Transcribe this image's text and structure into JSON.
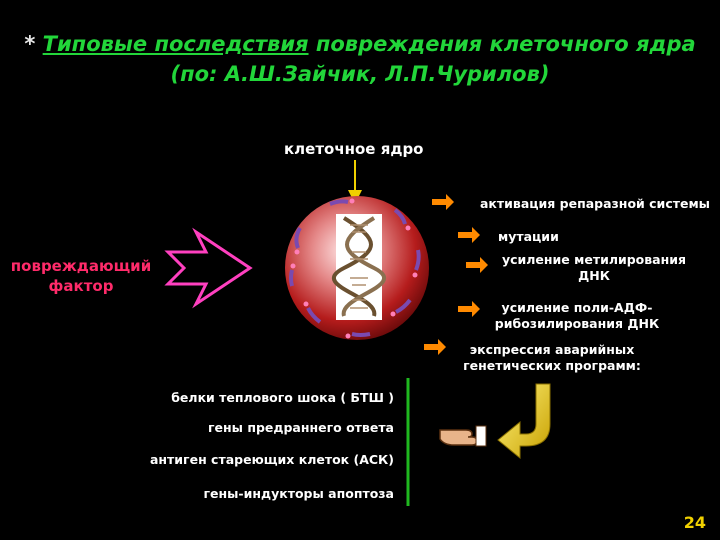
{
  "title": {
    "star": "*",
    "underlined": "Типовые последствия",
    "rest": " повреждения клеточного ядра",
    "line2": "(по: А.Ш.Зайчик, Л.П.Чурилов)"
  },
  "nucleus_label": "клеточное ядро",
  "damaging_factor": "повреждающий фактор",
  "effects": [
    "активация репаразной системы",
    "мутации",
    "усиление метилирования ДНК",
    "усиление поли-АДФ-рибозилирования ДНК",
    "экспрессия аварийных генетических программ:"
  ],
  "programs": [
    "белки теплового шока ( БТШ )",
    "гены предраннего ответа",
    "антиген стареющих клеток (АСК)",
    "гены-индукторы апоптоза"
  ],
  "page_number": "24",
  "colors": {
    "title": "#22d63a",
    "damaging": "#ff2b6a",
    "arrows": "#ff8a00",
    "page_number": "#f0d000",
    "divider": "#1fb81f"
  }
}
